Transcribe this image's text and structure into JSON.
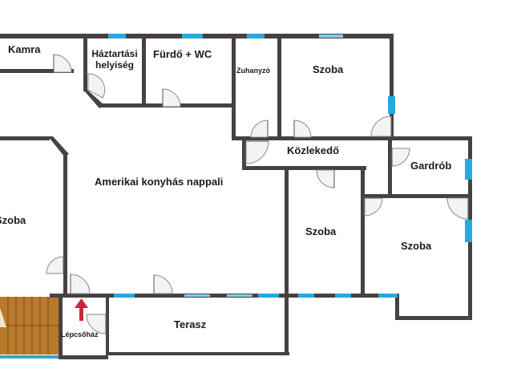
{
  "rooms": {
    "kamra": "Kamra",
    "haztartasi_line1": "Háztartási",
    "haztartasi_line2": "helyiség",
    "furdo": "Fürdő + WC",
    "zuhanyzo": "Zuhanyzó",
    "szoba_top": "Szoba",
    "kozlekedo": "Közlekedő",
    "gardrob": "Gardrób",
    "nappali": "Amerikai konyhás nappali",
    "szoba_left": "Szoba",
    "szoba_mid": "Szoba",
    "szoba_right": "Szoba",
    "terasz": "Terasz",
    "lepcsohaz": "Lépcsőház"
  },
  "colors": {
    "wall": "#474142",
    "window": "#29a8e0",
    "stairs": "#b97a2b",
    "entrance_arrow": "#d0243a"
  }
}
